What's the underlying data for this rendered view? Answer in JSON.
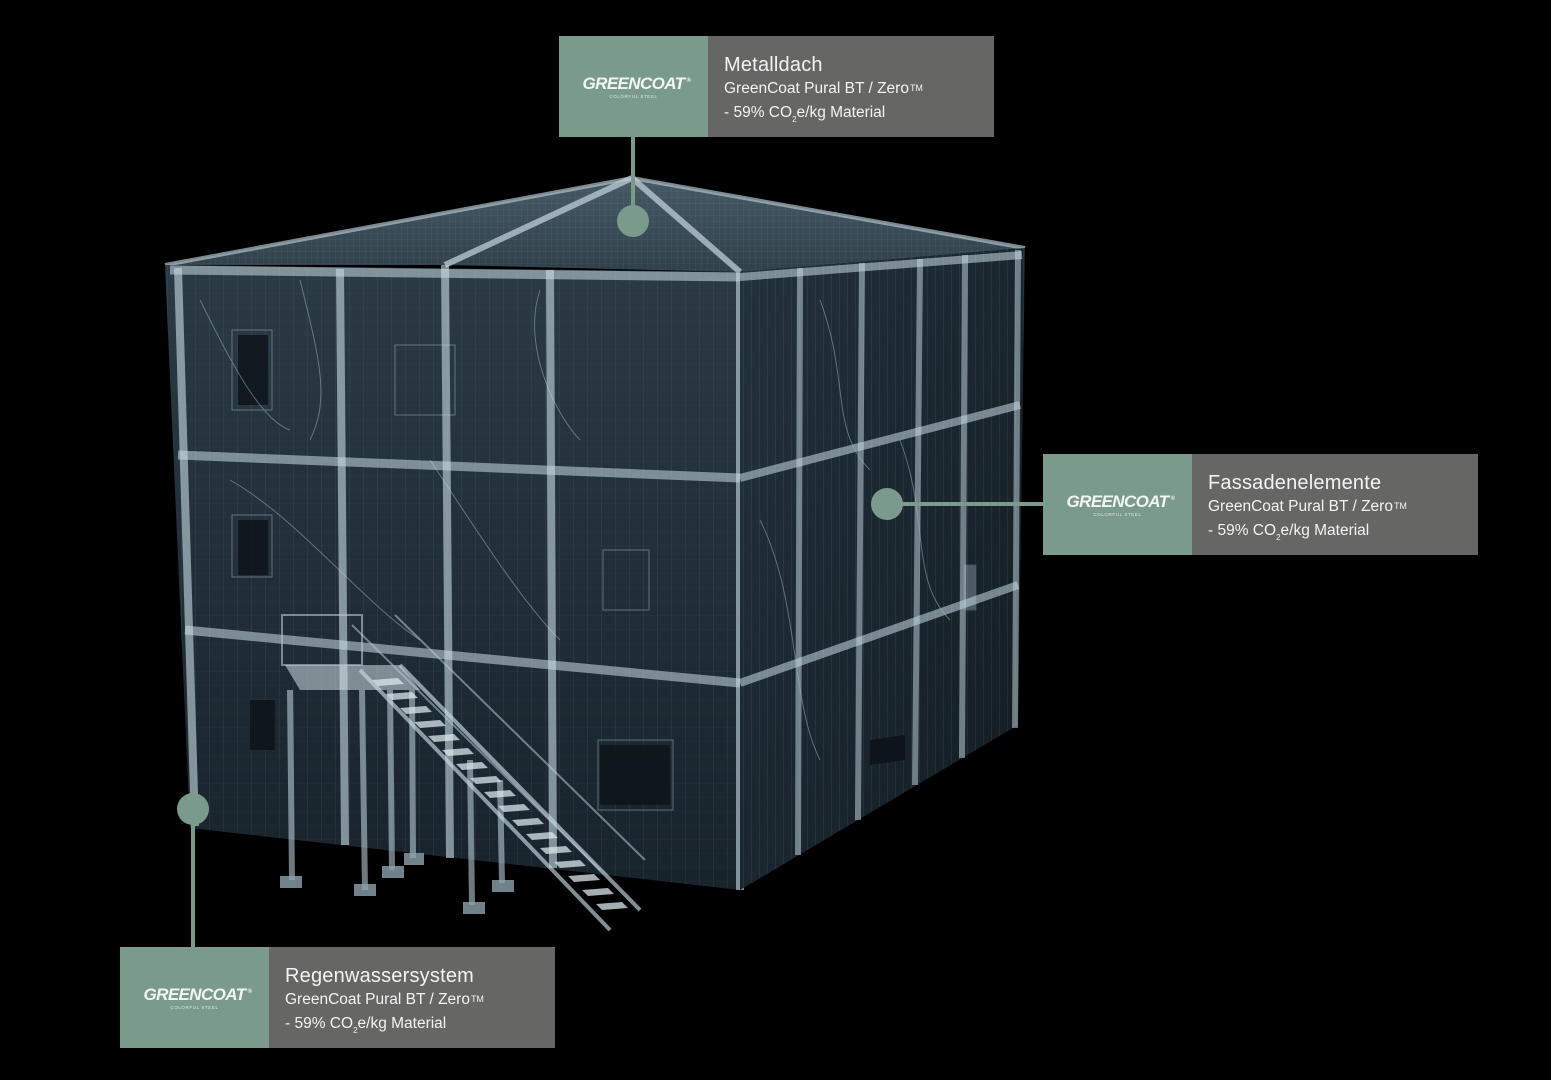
{
  "scene": {
    "description": "X-ray wireframe rendering of a three-storey modular building with external staircase",
    "background_color": "#000000",
    "accent_color": "#7a9b8c",
    "card_text_bg": "#666665"
  },
  "brand": {
    "logo_text": "GREENCOAT",
    "logo_registered": "®",
    "logo_tagline": "COLORFUL STEEL"
  },
  "callouts": [
    {
      "id": "roof",
      "title": "Metalldach",
      "product": "GreenCoat Pural BT / Zero",
      "product_tm": "TM",
      "reduction_prefix": "- 59% CO",
      "reduction_sub": "2",
      "reduction_suffix": "e/kg Material"
    },
    {
      "id": "facade",
      "title": "Fassadenelemente",
      "product": "GreenCoat Pural BT / Zero",
      "product_tm": "TM",
      "reduction_prefix": "- 59% CO",
      "reduction_sub": "2",
      "reduction_suffix": "e/kg Material"
    },
    {
      "id": "rainwater",
      "title": "Regenwassersystem",
      "product": "GreenCoat Pural BT / Zero",
      "product_tm": "TM",
      "reduction_prefix": "- 59% CO",
      "reduction_sub": "2",
      "reduction_suffix": "e/kg Material"
    }
  ]
}
